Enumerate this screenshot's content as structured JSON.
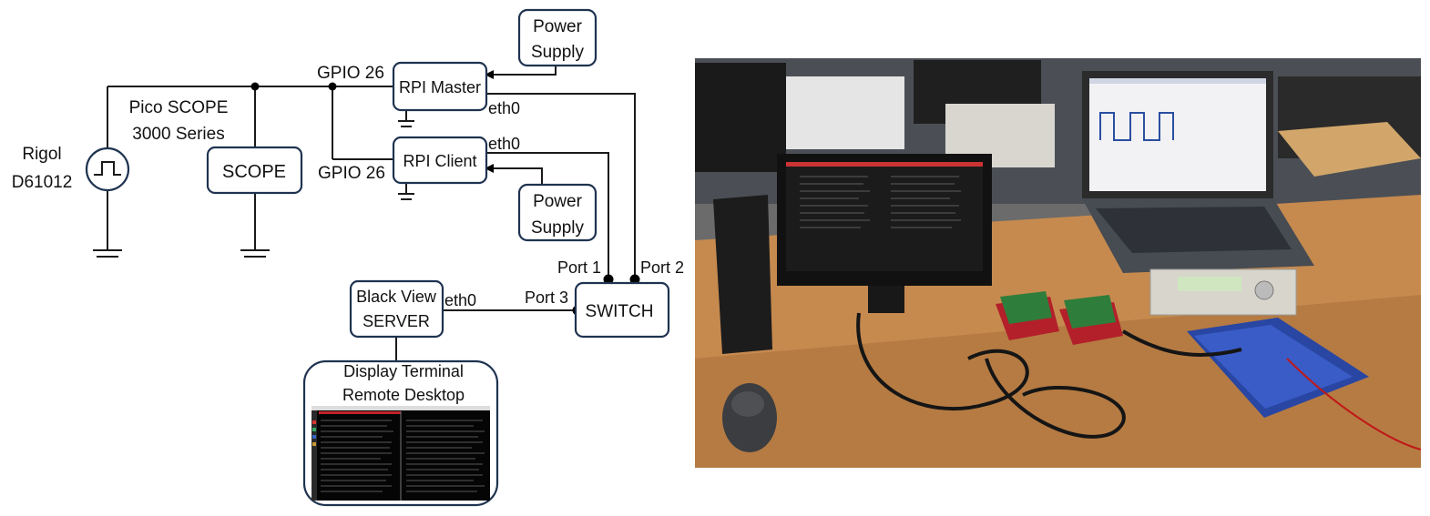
{
  "diagram": {
    "power_supply_top": [
      "Power",
      "Supply"
    ],
    "power_supply_bottom": [
      "Power",
      "Supply"
    ],
    "rpi_master": "RPI Master",
    "rpi_client": "RPI Client",
    "gpio_top": "GPIO 26",
    "gpio_bottom": "GPIO 26",
    "eth0_master": "eth0",
    "eth0_client": "eth0",
    "eth0_server": "eth0",
    "pico_scope": [
      "Pico SCOPE",
      "3000 Series"
    ],
    "rigol": [
      "Rigol",
      "D61012"
    ],
    "scope": "SCOPE",
    "switch": "SWITCH",
    "port1": "Port 1",
    "port2": "Port 2",
    "port3": "Port 3",
    "server": [
      "Black View",
      "SERVER"
    ],
    "display": [
      "Display Terminal",
      "Remote Desktop"
    ]
  },
  "photo": {
    "description_icons": [
      "monitor",
      "laptop",
      "raspberry-pi-boards",
      "signal-generator",
      "oscilloscope",
      "mouse",
      "mini-pc"
    ]
  }
}
